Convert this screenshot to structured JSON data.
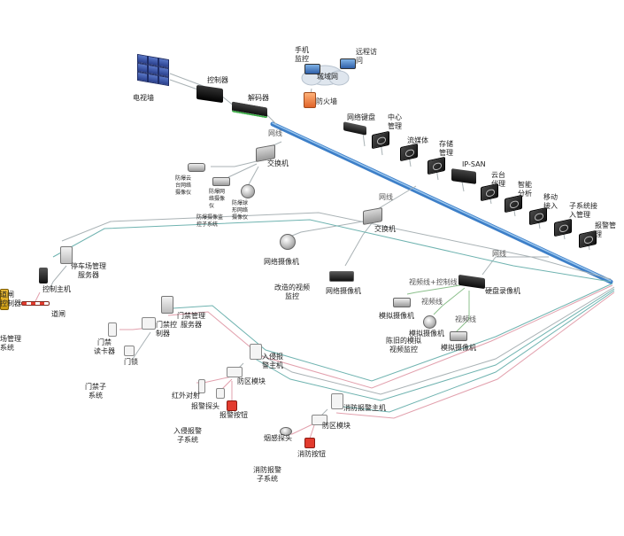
{
  "colors": {
    "backbone": "#3d7fc8",
    "wire_gray": "#a9b2b5",
    "wire_teal": "#6fb3b0",
    "wire_pink": "#e2a0ad",
    "wire_green": "#8cc08c",
    "firewall": "#f07f3a",
    "cloud": "#dfe6ee",
    "barrier_yellow": "#f4c23a",
    "alarm_red": "#e23b2e"
  },
  "labels": {
    "tv_wall": "电视墙",
    "controller": "控制器",
    "decoder": "解码器",
    "mobile_monitor": "手机\n监控",
    "remote_access": "远程访\n问",
    "wan": "城域网",
    "firewall": "防火墙",
    "network_keyboard": "网络键盘",
    "center_mgmt": "中心\n管理",
    "streaming": "流媒体",
    "storage_mgmt": "存储\n管理",
    "ip_san": "IP-SAN",
    "ptz_proxy": "云台\n代理",
    "smart_analysis": "智能\n分析",
    "mobile_access": "移动\n接入",
    "subsystem_access": "子系统接\n入管理",
    "alarm_mgmt": "报警管\n理",
    "wire_net_1": "网线",
    "switch_1": "交换机",
    "ptz_net_cam": "防爆云\n台网络\n摄像仪",
    "explosion_cam": "防爆网\n络摄像\n仪",
    "explosion_dome": "防爆球\n形网络\n摄像仪",
    "explosion_sub": "防爆摄像监\n控子系统",
    "wire_net_2": "网线",
    "switch_2": "交换机",
    "net_dome": "网络摄像机",
    "net_cam": "网络摄像机",
    "retrofit": "改造的视频\n监控",
    "wire_net_3": "网线",
    "video_ctrl_line": "视频线+控制线",
    "dvr": "硬盘录像机",
    "video_line_1": "视频线",
    "video_line_2": "视频线",
    "analog_cam_1": "模拟摄像机",
    "analog_cam_2": "模拟摄像机",
    "analog_cam_3": "模拟摄像机",
    "old_analog": "陈旧的模拟\n视频监控",
    "parking_server": "停车场管理\n服务器",
    "gate_host": "控制主机",
    "gate_ctrl": "道闸\n控制器",
    "barrier": "道闸",
    "parking_sub": "场管理\n系统",
    "access_server": "门禁管理\n服务器",
    "access_ctrl": "门禁控\n制器",
    "card_reader": "门禁\n读卡器",
    "door_lock": "门锁",
    "access_sub": "门禁子\n系统",
    "intrusion_host": "入侵报\n警主机",
    "zone_module_1": "防区模块",
    "ir_beam": "红外对射",
    "alarm_probe": "报警探头",
    "alarm_button": "报警按钮",
    "intrusion_sub": "入侵报警\n子系统",
    "fire_host": "消防报警主机",
    "zone_module_2": "防区模块",
    "smoke_probe": "烟感探头",
    "fire_button": "消防按钮",
    "fire_sub": "消防报警\n子系统"
  }
}
